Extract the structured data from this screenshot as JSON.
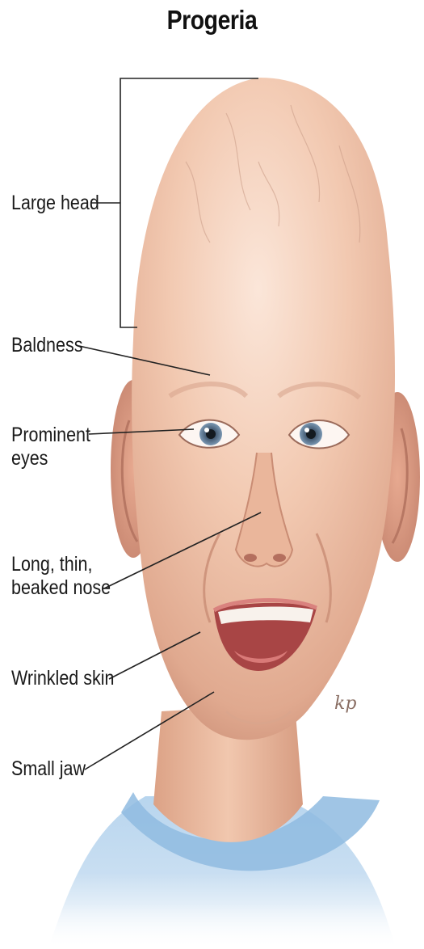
{
  "title": "Progeria",
  "labels": [
    {
      "id": "large-head",
      "lines": [
        "Large head"
      ]
    },
    {
      "id": "baldness",
      "lines": [
        "Baldness"
      ]
    },
    {
      "id": "prominent-eyes",
      "lines": [
        "Prominent",
        "eyes"
      ]
    },
    {
      "id": "beaked-nose",
      "lines": [
        "Long, thin,",
        "beaked nose"
      ]
    },
    {
      "id": "wrinkled-skin",
      "lines": [
        "Wrinkled skin"
      ]
    },
    {
      "id": "small-jaw",
      "lines": [
        "Small jaw"
      ]
    }
  ],
  "colors": {
    "skin": "#f1c7ae",
    "skin_shadow": "#d99e83",
    "iris": "#6f8aa3",
    "lips": "#d9827e",
    "shirt": "#a9cbe8",
    "line": "#222222"
  }
}
